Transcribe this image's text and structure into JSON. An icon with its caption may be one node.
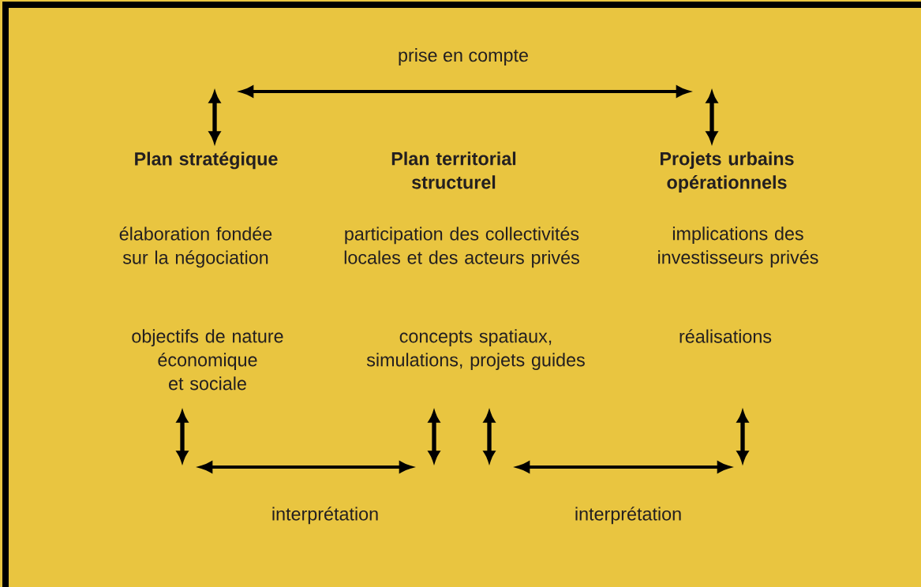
{
  "diagram": {
    "nodes": [
      {
        "text": [
          "Plan stratégique"
        ]
      },
      {
        "text": [
          "Plan territorial structurel"
        ]
      },
      {
        "text": [
          "Projets urbains opérationnels"
        ]
      },
      {
        "text": [
          "objectifs de nature économique et sociale"
        ]
      },
      {
        "text": [
          "concepts spatiaux, simulations, projets guides"
        ]
      },
      {
        "text": [
          "réalisations"
        ]
      }
    ],
    "edges": [
      {
        "from": 0,
        "to": 2,
        "arrow": "both",
        "label": "prise en compte"
      }
    ],
    "labels": [
      "élaboration fondée sur la négociation",
      "participation des collectivités locales et des acteurs privés",
      "implications des investisseurs privés",
      "interprétation",
      "interprétation"
    ]
  }
}
